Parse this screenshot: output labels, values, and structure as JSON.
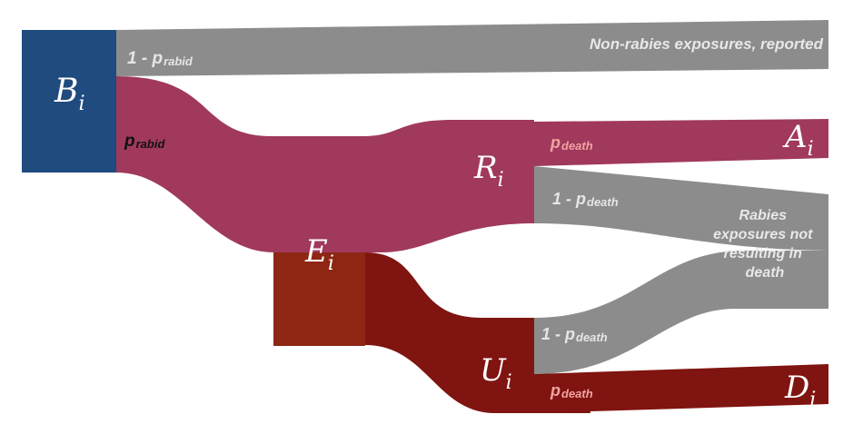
{
  "colors": {
    "bite_node": "#1f4b7e",
    "rabid_flow": "#a0395c",
    "exposure_node": "#8e2614",
    "untreated_flow": "#7f1410",
    "grey_flow": "#8c8c8c",
    "death_label": "#f2a3a3",
    "label_light": "#e6e6e6",
    "label_dark": "#111111"
  },
  "nodes": {
    "bites": {
      "main": "B",
      "sub": "i"
    },
    "exposed": {
      "main": "E",
      "sub": "i"
    },
    "received_pep": {
      "main": "R",
      "sub": "i"
    },
    "untreated": {
      "main": "U",
      "sub": "i"
    },
    "averted": {
      "main": "A",
      "sub": "i"
    },
    "deaths": {
      "main": "D",
      "sub": "i"
    }
  },
  "flows": {
    "not_rabid": {
      "prefix": "1 - ",
      "symbol": "p",
      "subscript": "rabid"
    },
    "rabid": {
      "symbol": "p",
      "subscript": "rabid"
    },
    "pep_death": {
      "symbol": "p",
      "subscript": "death"
    },
    "pep_survive": {
      "prefix": "1 - ",
      "symbol": "p",
      "subscript": "death"
    },
    "untreated_survive": {
      "prefix": "1 - ",
      "symbol": "p",
      "subscript": "death"
    },
    "untreated_death": {
      "symbol": "p",
      "subscript": "death"
    }
  },
  "outcomes": {
    "non_rabies": "Non-rabies exposures, reported",
    "not_death_lines": [
      "Rabies",
      "exposures not",
      "resulting in",
      "death"
    ]
  }
}
